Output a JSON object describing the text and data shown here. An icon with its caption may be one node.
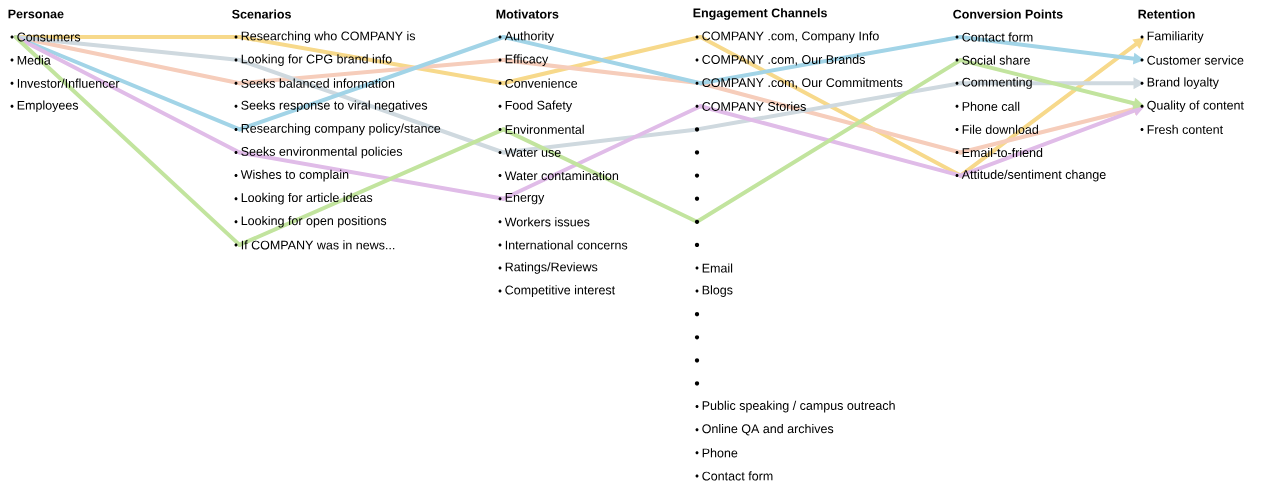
{
  "diagram": {
    "nodes": [
      {
        "text": [
          "Consumers"
        ]
      },
      {
        "text": [
          "Media"
        ]
      },
      {
        "text": [
          "Investor/Influencer"
        ]
      },
      {
        "text": [
          "Employees"
        ]
      },
      {
        "text": [
          "Researching who COMPANY is"
        ]
      },
      {
        "text": [
          "Looking for CPG brand info"
        ]
      },
      {
        "text": [
          "Seeks balanced information"
        ]
      },
      {
        "text": [
          "Seeks response to viral negatives"
        ]
      },
      {
        "text": [
          "Researching company policy/stance"
        ]
      },
      {
        "text": [
          "Seeks environmental policies"
        ]
      },
      {
        "text": [
          "Wishes to complain"
        ]
      },
      {
        "text": [
          "Looking for article ideas"
        ]
      },
      {
        "text": [
          "Looking for open positions"
        ]
      },
      {
        "text": [
          "If COMPANY was in news..."
        ]
      },
      {
        "text": [
          "Authority"
        ]
      },
      {
        "text": [
          "Efficacy"
        ]
      },
      {
        "text": [
          "Convenience"
        ]
      },
      {
        "text": [
          "Food Safety"
        ]
      },
      {
        "text": [
          "Environmental"
        ]
      },
      {
        "text": [
          "Water use"
        ]
      },
      {
        "text": [
          "Water contamination"
        ]
      },
      {
        "text": [
          "Energy"
        ]
      },
      {
        "text": [
          "Workers issues"
        ]
      },
      {
        "text": [
          "International concerns"
        ]
      },
      {
        "text": [
          "Ratings/Reviews"
        ]
      },
      {
        "text": [
          "Competitive interest"
        ]
      },
      {
        "text": [
          "COMPANY .com, Company Info"
        ]
      },
      {
        "text": [
          "COMPANY .com, Our Brands"
        ]
      },
      {
        "text": [
          "COMPANY .com, Our Commitments"
        ]
      },
      {
        "text": [
          "COMPANY Stories"
        ]
      },
      {
        "text": [],
        "shape": "circle"
      },
      {
        "text": [],
        "shape": "circle"
      },
      {
        "text": [],
        "shape": "circle"
      },
      {
        "text": [],
        "shape": "circle"
      },
      {
        "text": [],
        "shape": "circle"
      },
      {
        "text": [],
        "shape": "circle"
      },
      {
        "text": [
          "Email"
        ]
      },
      {
        "text": [
          "Blogs"
        ]
      },
      {
        "text": [],
        "shape": "circle"
      },
      {
        "text": [],
        "shape": "circle"
      },
      {
        "text": [],
        "shape": "circle"
      },
      {
        "text": [],
        "shape": "circle"
      },
      {
        "text": [
          "Public speaking / campus outreach"
        ]
      },
      {
        "text": [
          "Online QA and archives"
        ]
      },
      {
        "text": [
          "Phone"
        ]
      },
      {
        "text": [
          "Contact form"
        ]
      },
      {
        "text": [
          "Contact form"
        ]
      },
      {
        "text": [
          "Social share"
        ]
      },
      {
        "text": [
          "Commenting"
        ]
      },
      {
        "text": [
          "Phone call"
        ]
      },
      {
        "text": [
          "File download"
        ]
      },
      {
        "text": [
          "Email-to-friend"
        ]
      },
      {
        "text": [
          "Attitude/sentiment change"
        ]
      },
      {
        "text": [
          "Familiarity"
        ]
      },
      {
        "text": [
          "Customer service"
        ]
      },
      {
        "text": [
          "Brand loyalty"
        ]
      },
      {
        "text": [
          "Quality of content"
        ]
      },
      {
        "text": [
          "Fresh content"
        ]
      }
    ],
    "edges": [
      {
        "from": 0,
        "to": 4,
        "arrow": "none",
        "color": "#f7d98b"
      },
      {
        "from": 4,
        "to": 16,
        "arrow": "none",
        "color": "#f7d98b"
      },
      {
        "from": 16,
        "to": 26,
        "arrow": "none",
        "color": "#f7d98b"
      },
      {
        "from": 26,
        "to": 52,
        "arrow": "none",
        "color": "#f7d98b"
      },
      {
        "from": 52,
        "to": 53,
        "arrow": "to",
        "color": "#f7d98b"
      },
      {
        "from": 0,
        "to": 6,
        "arrow": "none",
        "color": "#f6cdbb"
      },
      {
        "from": 6,
        "to": 15,
        "arrow": "none",
        "color": "#f6cdbb"
      },
      {
        "from": 15,
        "to": 28,
        "arrow": "none",
        "color": "#f6cdbb"
      },
      {
        "from": 28,
        "to": 51,
        "arrow": "none",
        "color": "#f6cdbb"
      },
      {
        "from": 51,
        "to": 56,
        "arrow": "to",
        "color": "#f6cdbb"
      },
      {
        "from": 0,
        "to": 5,
        "arrow": "none",
        "color": "#cfd9df"
      },
      {
        "from": 5,
        "to": 19,
        "arrow": "none",
        "color": "#cfd9df"
      },
      {
        "from": 19,
        "to": 30,
        "arrow": "none",
        "color": "#cfd9df"
      },
      {
        "from": 30,
        "to": 48,
        "arrow": "none",
        "color": "#cfd9df"
      },
      {
        "from": 48,
        "to": 55,
        "arrow": "to",
        "color": "#cfd9df"
      },
      {
        "from": 0,
        "to": 8,
        "arrow": "none",
        "color": "#a2d4e7"
      },
      {
        "from": 8,
        "to": 14,
        "arrow": "none",
        "color": "#a2d4e7"
      },
      {
        "from": 14,
        "to": 28,
        "arrow": "none",
        "color": "#a2d4e7"
      },
      {
        "from": 28,
        "to": 46,
        "arrow": "none",
        "color": "#a2d4e7"
      },
      {
        "from": 46,
        "to": 54,
        "arrow": "to",
        "color": "#a2d4e7"
      },
      {
        "from": 0,
        "to": 9,
        "arrow": "none",
        "color": "#e0bce8"
      },
      {
        "from": 9,
        "to": 21,
        "arrow": "none",
        "color": "#e0bce8"
      },
      {
        "from": 21,
        "to": 29,
        "arrow": "none",
        "color": "#e0bce8"
      },
      {
        "from": 29,
        "to": 52,
        "arrow": "none",
        "color": "#e0bce8"
      },
      {
        "from": 52,
        "to": 56,
        "arrow": "to",
        "color": "#e0bce8"
      },
      {
        "from": 0,
        "to": 13,
        "arrow": "none",
        "color": "#c2e49e"
      },
      {
        "from": 13,
        "to": 18,
        "arrow": "none",
        "color": "#c2e49e"
      },
      {
        "from": 18,
        "to": 34,
        "arrow": "none",
        "color": "#c2e49e"
      },
      {
        "from": 34,
        "to": 47,
        "arrow": "none",
        "color": "#c2e49e"
      },
      {
        "from": 47,
        "to": 56,
        "arrow": "to",
        "color": "#c2e49e"
      }
    ],
    "labels": [
      "Personae",
      "Scenarios",
      "Motivators",
      "Engagement Channels",
      "Conversion Points",
      "Retention"
    ]
  }
}
